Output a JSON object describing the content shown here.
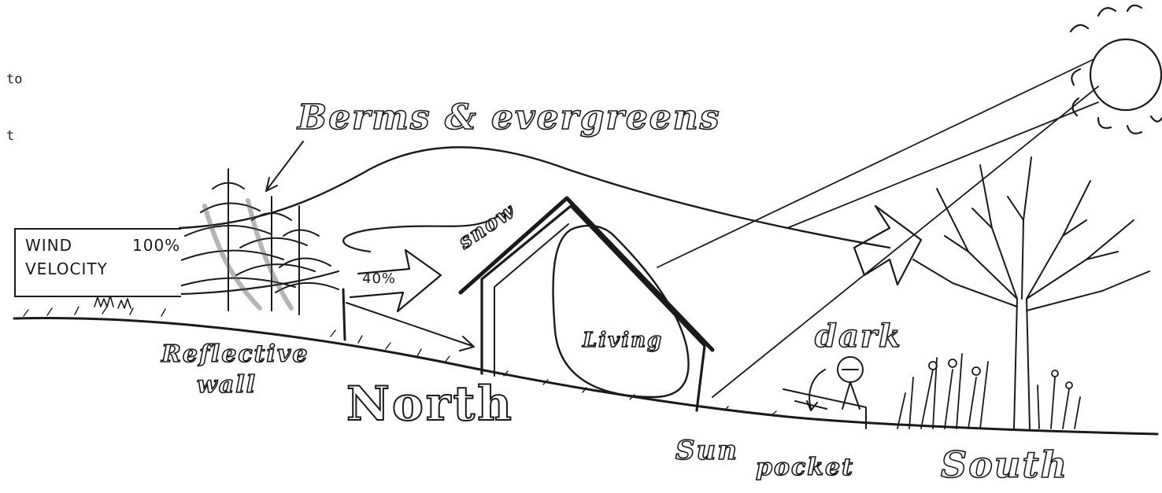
{
  "typed_fragments": {
    "line1": "to",
    "line2": "t"
  },
  "title": "Berms & evergreens",
  "wind_box": {
    "label_line1": "WIND",
    "label_line2": "VELOCITY",
    "percent_full": "100%"
  },
  "wind_reduced": "40%",
  "labels": {
    "snow": "snow",
    "living": "Living",
    "reflective_line1": "Reflective",
    "reflective_line2": "wall",
    "north": "North",
    "dark": "dark",
    "sun": "Sun",
    "pocket": "pocket",
    "south": "South"
  },
  "colors": {
    "ink": "#1a1a1a",
    "paper": "#ffffff"
  }
}
